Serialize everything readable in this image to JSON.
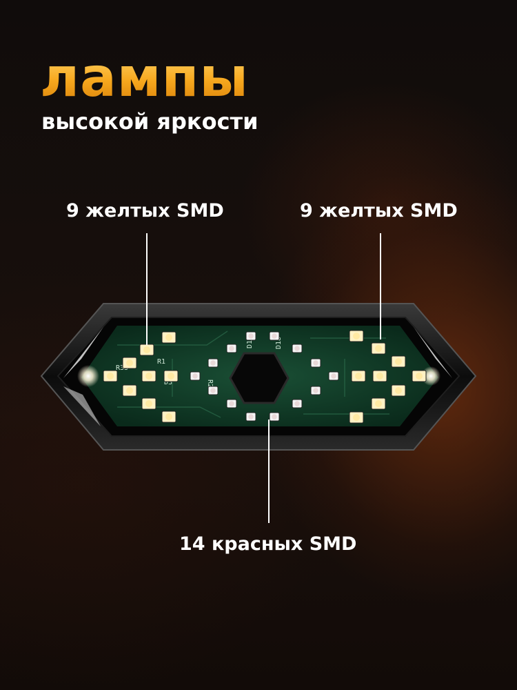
{
  "title": "лампы",
  "subtitle": "высокой яркости",
  "callouts": {
    "left": "9 желтых SMD",
    "right": "9 желтых SMD",
    "bottom": "14 красных SMD"
  },
  "colors": {
    "title_gradient": [
      "#ffd46a",
      "#f7a81e",
      "#d9820a"
    ],
    "pcb": "#0f3a26",
    "led_yellow": "#fff1c4",
    "led_red": "#f4f4f4",
    "text": "#ffffff"
  },
  "pcb_labels": {
    "left_1": "R1",
    "left_2": "R33",
    "left_3": "D3",
    "center_1": "D17",
    "center_2": "D18",
    "center_3": "R21"
  }
}
